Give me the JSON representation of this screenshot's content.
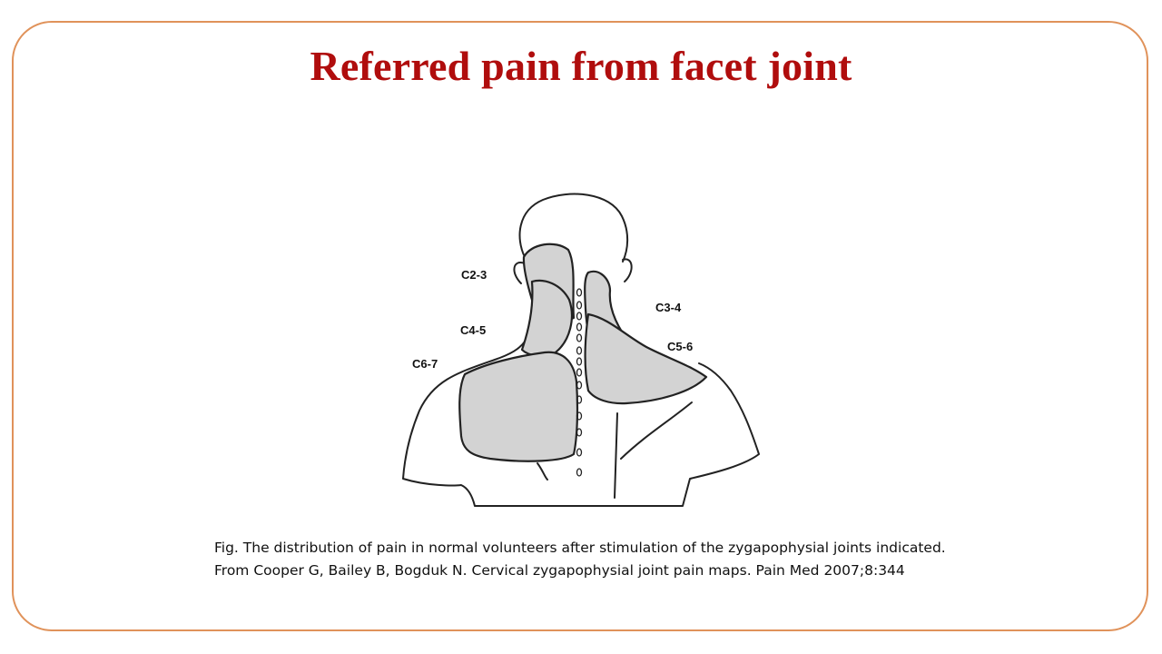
{
  "slide": {
    "title": "Referred pain from facet joint",
    "frame_color": "#e0925a",
    "title_color": "#b00d0d"
  },
  "figure": {
    "labels": {
      "c2_3": "C2-3",
      "c3_4": "C3-4",
      "c4_5": "C4-5",
      "c5_6": "C5-6",
      "c6_7": "C6-7"
    },
    "shade_color": "#d3d3d3"
  },
  "caption": "Fig. The distribution of pain in normal volunteers after stimulation of the zygapophysial joints indicated.  From  Cooper G, Bailey B, Bogduk N. Cervical zygapophysial joint pain maps. Pain Med 2007;8:344"
}
